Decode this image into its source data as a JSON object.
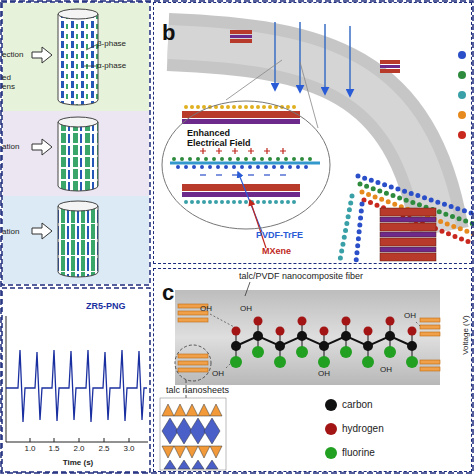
{
  "diagram": {
    "nodes": [
      {
        "text": [
          "ection",
          "ed ens"
        ]
      },
      {
        "text": [
          "ation"
        ]
      },
      {
        "text": [
          "ation"
        ]
      },
      {
        "text": [
          "b"
        ]
      },
      {
        "text": [
          "Enhanced Electrical Field"
        ],
        "in": 3
      },
      {
        "text": [
          "c"
        ]
      },
      {
        "text": [
          "talc/PVDF nanocomposite fiber"
        ],
        "in": 5
      }
    ],
    "labels": [
      "β-phase",
      "α-phase",
      "ZR5-PNG",
      "1.0",
      "1.5",
      "2.0",
      "2.5",
      "3.0",
      "Time (s)",
      "PVDF-TrFE",
      "MXene",
      "OH",
      "OH",
      "OH",
      "OH",
      "OH",
      "OH",
      "talc nanosheets",
      "Voltage (V)"
    ],
    "legend": [
      {
        "text": "carbon",
        "color": "#111111"
      },
      {
        "text": "hydrogen",
        "color": "#a31515"
      },
      {
        "text": "fluorine",
        "color": "#22a022"
      }
    ]
  }
}
